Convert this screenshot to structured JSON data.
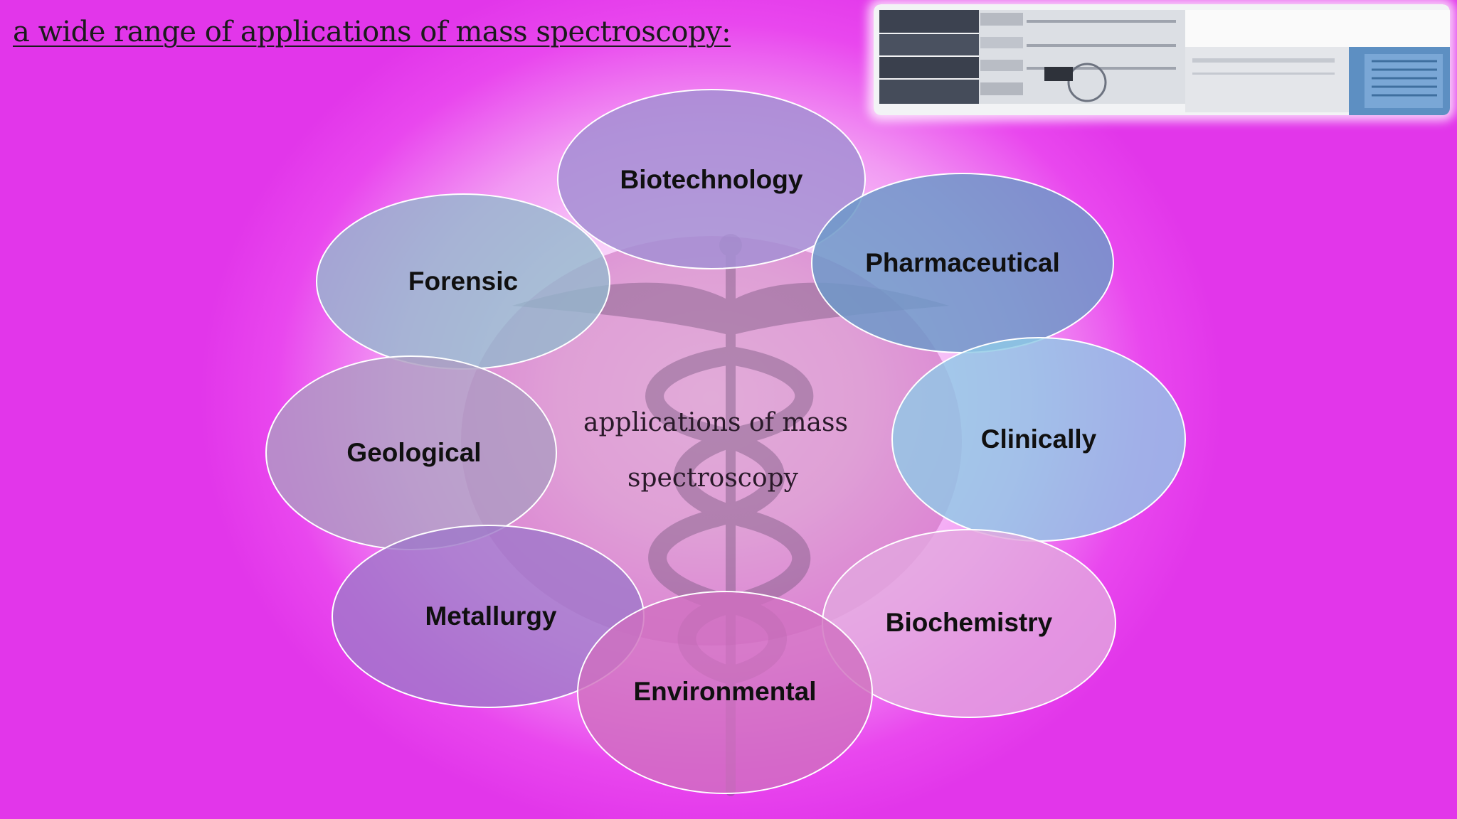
{
  "title": "a wide range of applications of mass spectroscopy:",
  "center": {
    "line1": "applications of mass",
    "line2": "spectroscopy"
  },
  "nodes": [
    {
      "key": "biotechnology",
      "label": "Biotechnology"
    },
    {
      "key": "pharmaceutical",
      "label": "Pharmaceutical"
    },
    {
      "key": "forensic",
      "label": "Forensic"
    },
    {
      "key": "geological",
      "label": "Geological"
    },
    {
      "key": "clinically",
      "label": "Clinically"
    },
    {
      "key": "metallurgy",
      "label": "Metallurgy"
    },
    {
      "key": "biochemistry",
      "label": "Biochemistry"
    },
    {
      "key": "environmental",
      "label": "Environmental"
    }
  ],
  "colors": {
    "center": "#c966b8",
    "biotechnology": "#a58fd3",
    "pharmaceutical": "#6f99c9",
    "forensic": "#94b9cd",
    "geological": "#ad9cc2",
    "clinically": "#8ec9e6",
    "metallurgy": "#9f78c9",
    "biochemistry": "#e2a7df",
    "environmental": "#cf6fbf"
  },
  "images": {
    "top_right_photo": "mass-spectrometer-instrument",
    "center_watermark": "caduceus-symbol"
  }
}
